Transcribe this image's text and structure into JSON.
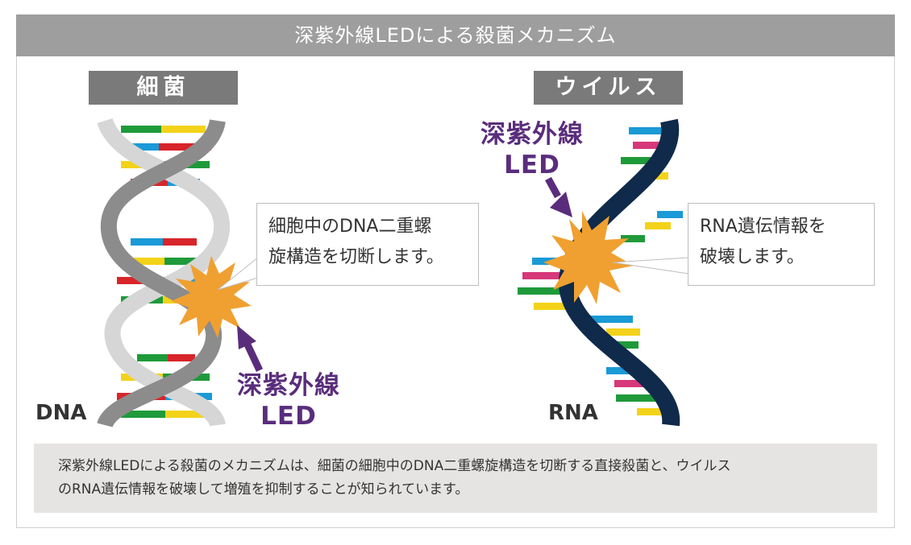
{
  "title": "深紫外線LEDによる殺菌メカニズム",
  "bacteria": {
    "label": "細菌",
    "strand_label": "DNA",
    "callout": [
      "細胞中のDNA二重螺",
      "旋構造を切断します。"
    ],
    "uv_label": [
      "深紫外線",
      "LED"
    ]
  },
  "virus": {
    "label": "ウイルス",
    "strand_label": "RNA",
    "callout": [
      "RNA遺伝情報を",
      "破壊します。"
    ],
    "uv_label": [
      "深紫外線",
      "LED"
    ]
  },
  "caption": [
    "深紫外線LEDによる殺菌のメカニズムは、細菌の細胞中のDNA二重螺旋構造を切断する直接殺菌と、ウイルス",
    "のRNA遺伝情報を破壊して増殖を抑制することが知られています。"
  ],
  "colors": {
    "uv_purple": "#5a2d7c",
    "burst_orange": "#f0a030",
    "rna_backbone": "#0f2a4a",
    "dna_backbone_dark": "#8c8c8c",
    "dna_backbone_light": "#d6d6d6",
    "base_green": "#1f9a3a",
    "base_yellow": "#f3d21a",
    "base_red": "#d8252a",
    "base_blue": "#1a9ad6",
    "base_pink": "#d6387a"
  }
}
